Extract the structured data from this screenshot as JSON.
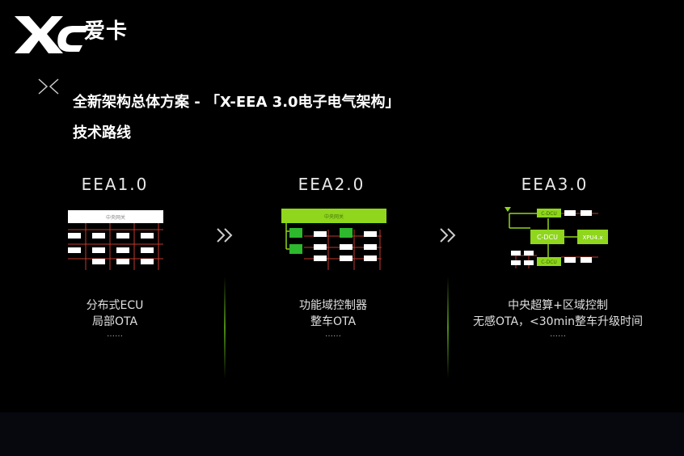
{
  "brand": {
    "logo_text": "爱卡"
  },
  "title": "全新架构总体方案 - 「X-EEA 3.0电子电气架构」",
  "subtitle": "技术路线",
  "columns": [
    {
      "heading": "EEA1.0",
      "desc_line1": "分布式ECU",
      "desc_line2": "局部OTA",
      "ellipsis": "……",
      "gateway_label": "中央网关"
    },
    {
      "heading": "EEA2.0",
      "desc_line1": "功能域控制器",
      "desc_line2": "整车OTA",
      "ellipsis": "……",
      "gateway_label": "中央网关"
    },
    {
      "heading": "EEA3.0",
      "desc_line1": "中央超算+区域控制",
      "desc_line2": "无感OTA，<30min整车升级时间",
      "ellipsis": "……",
      "labels": {
        "top": "C-DCU",
        "center": "C-DCU",
        "xpu": "XPU4.x",
        "bottom": "C-DCU"
      }
    }
  ],
  "colors": {
    "accent_green": "#8fd61c",
    "wire_red": "#c0392b",
    "text": "#ffffff"
  }
}
